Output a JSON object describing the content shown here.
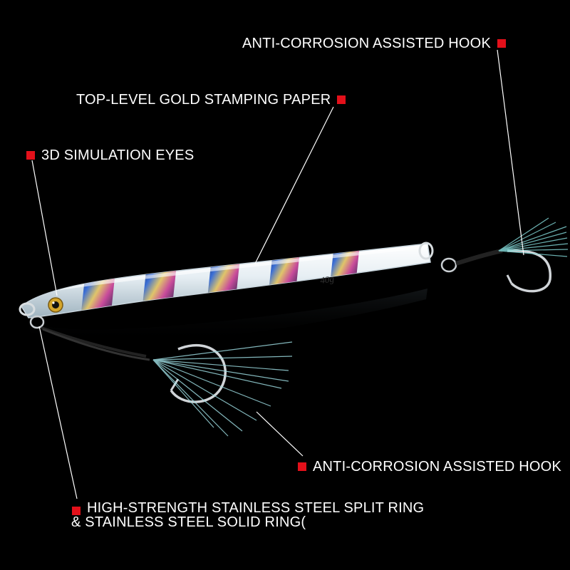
{
  "callouts": {
    "hook_top": "ANTI-CORROSION ASSISTED HOOK",
    "gold_paper": "TOP-LEVEL GOLD STAMPING PAPER",
    "eyes": "3D SIMULATION EYES",
    "hook_bottom": "ANTI-CORROSION ASSISTED HOOK",
    "ring_line1": "HIGH-STRENGTH STAINLESS STEEL SPLIT RING",
    "ring_line2": "& STAINLESS STEEL SOLID RING("
  },
  "lure": {
    "weight_text": "40g"
  },
  "colors": {
    "background": "#000000",
    "marker": "#e3101a",
    "text": "#ffffff",
    "lure_body": "#e9eef2",
    "holo_stripe": "#2a3a8a"
  }
}
